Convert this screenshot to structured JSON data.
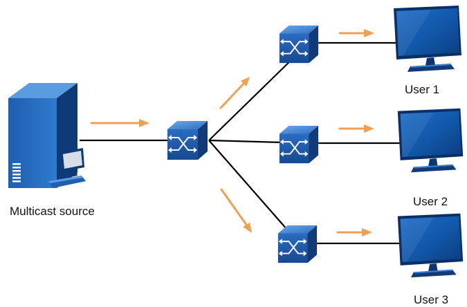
{
  "colors": {
    "arrow": "#F0A050",
    "line": "#000000",
    "device_blue": "#1F5FAE",
    "device_dark": "#123A78",
    "device_light": "#4A8FD8"
  },
  "source": {
    "label": "Multicast source",
    "icon": "server-pc-icon"
  },
  "core_switch": {
    "icon": "switch-icon"
  },
  "branches": [
    {
      "switch_icon": "switch-icon",
      "monitor_icon": "monitor-icon",
      "user_label": "User 1"
    },
    {
      "switch_icon": "switch-icon",
      "monitor_icon": "monitor-icon",
      "user_label": "User 2"
    },
    {
      "switch_icon": "switch-icon",
      "monitor_icon": "monitor-icon",
      "user_label": "User 3"
    }
  ]
}
